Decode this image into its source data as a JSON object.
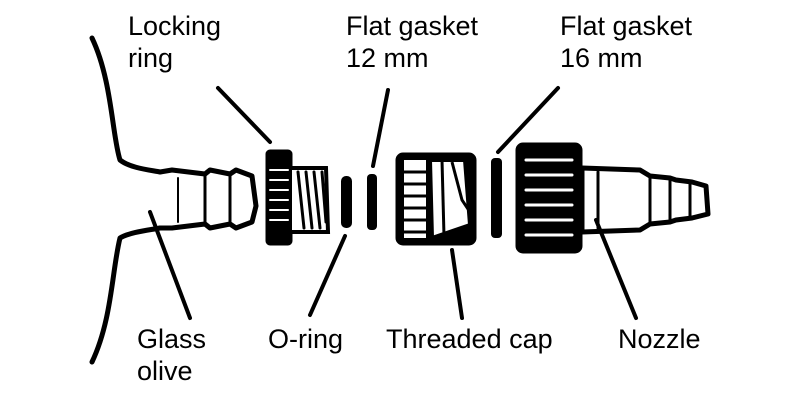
{
  "labels": {
    "locking_ring": [
      "Locking",
      "ring"
    ],
    "flat_gasket_12": [
      "Flat gasket",
      "12 mm"
    ],
    "flat_gasket_16": [
      "Flat gasket",
      "16 mm"
    ],
    "glass_olive": [
      "Glass",
      "olive"
    ],
    "o_ring": "O-ring",
    "threaded_cap": "Threaded cap",
    "nozzle": "Nozzle"
  },
  "colors": {
    "ink": "#000000",
    "paper": "#ffffff"
  }
}
